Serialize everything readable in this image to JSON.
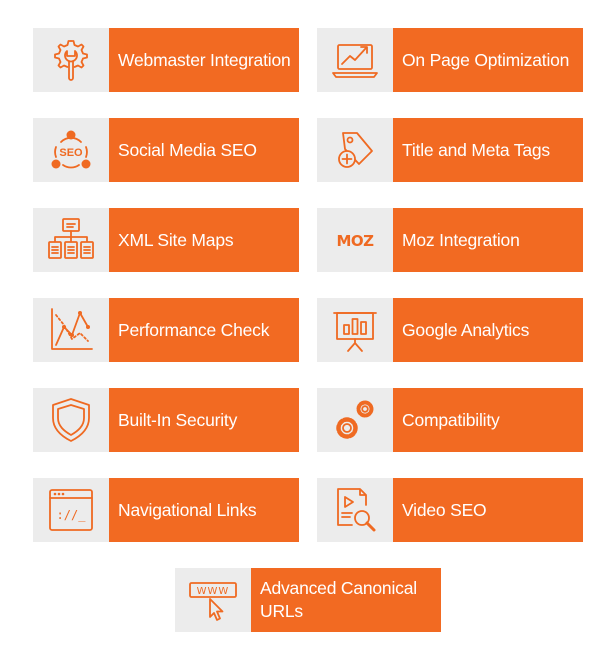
{
  "accent_color": "#f26a22",
  "features": [
    {
      "label": "Webmaster Integration",
      "icon": "gear-wrench-icon"
    },
    {
      "label": "On Page Optimization",
      "icon": "laptop-chart-icon"
    },
    {
      "label": "Social Media SEO",
      "icon": "seo-network-icon"
    },
    {
      "label": "Title and Meta Tags",
      "icon": "tag-plus-icon"
    },
    {
      "label": "XML Site Maps",
      "icon": "sitemap-icon"
    },
    {
      "label": "Moz Integration",
      "icon": "moz-logo-icon",
      "logo_text": "MOZ"
    },
    {
      "label": "Performance Check",
      "icon": "performance-chart-icon"
    },
    {
      "label": "Google Analytics",
      "icon": "presentation-chart-icon"
    },
    {
      "label": "Built-In Security",
      "icon": "shield-icon"
    },
    {
      "label": "Compatibility",
      "icon": "gears-icon"
    },
    {
      "label": "Navigational Links",
      "icon": "browser-window-icon",
      "icon_text": "://_"
    },
    {
      "label": "Video SEO",
      "icon": "video-search-icon"
    },
    {
      "label": "Advanced Canonical URLs",
      "icon": "www-cursor-icon",
      "icon_text": "WWW"
    }
  ]
}
